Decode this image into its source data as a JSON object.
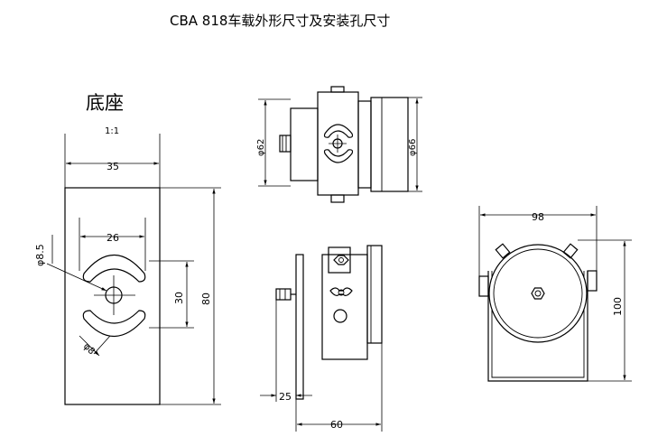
{
  "title": "CBA 818车载外形尺寸及安装孔尺寸",
  "base_view": {
    "label": "底座",
    "scale": "1:1",
    "dims": {
      "width": "35",
      "slot_span": "26",
      "hole_dia": "φ8.5",
      "slot_pitch": "30",
      "height": "80",
      "slot_width": "φ8"
    }
  },
  "top_view": {
    "dims": {
      "left_dia": "φ62",
      "right_dia": "φ66"
    }
  },
  "front_view": {
    "dims": {
      "offset": "25",
      "depth": "60"
    }
  },
  "side_view": {
    "dims": {
      "width": "98",
      "height": "100"
    }
  }
}
